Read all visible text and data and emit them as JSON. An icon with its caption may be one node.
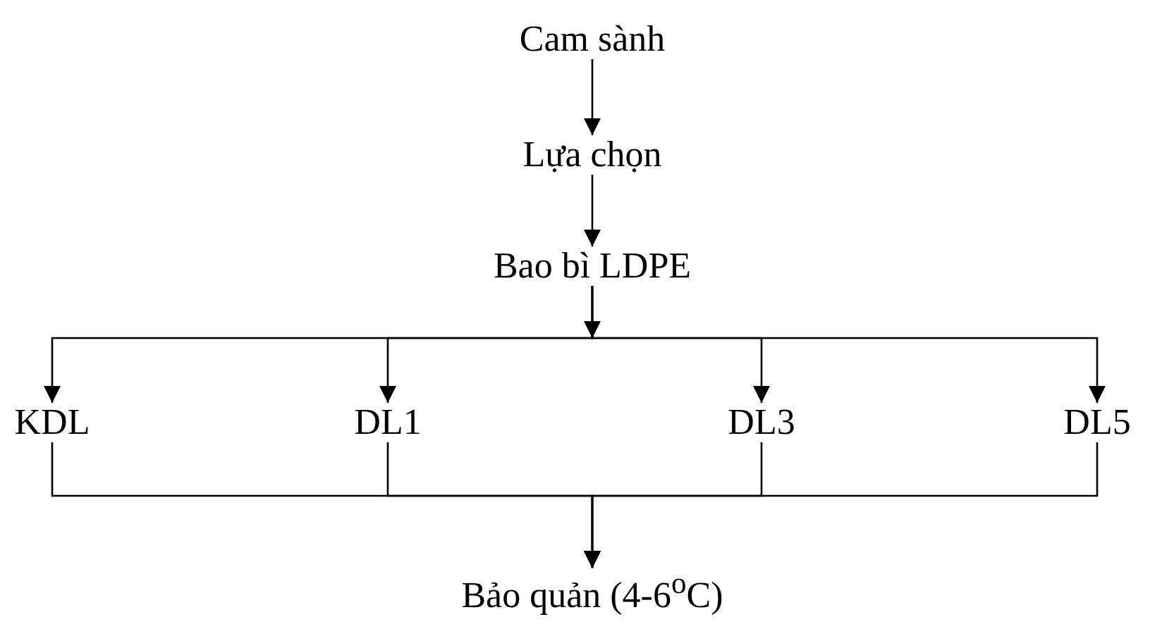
{
  "diagram": {
    "nodes": [
      {
        "text": [
          "Cam sành"
        ]
      },
      {
        "text": [
          "Lựa chọn"
        ]
      },
      {
        "text": [
          "Bao bì LDPE"
        ]
      },
      {
        "text": [
          "KDL"
        ]
      },
      {
        "text": [
          "DL1"
        ]
      },
      {
        "text": [
          "DL3"
        ]
      },
      {
        "text": [
          "DL5"
        ]
      },
      {
        "text": [
          "Bảo quản (4-6$^{o}$C)"
        ]
      }
    ],
    "edges": [
      {
        "from": 0,
        "to": 1,
        "arrow": "to"
      },
      {
        "from": 1,
        "to": 2,
        "arrow": "to"
      },
      {
        "from": 2,
        "to": 3,
        "arrow": "to"
      },
      {
        "from": 2,
        "to": 4,
        "arrow": "to"
      },
      {
        "from": 2,
        "to": 5,
        "arrow": "to"
      },
      {
        "from": 2,
        "to": 6,
        "arrow": "to"
      },
      {
        "from": 3,
        "to": 7,
        "arrow": "to"
      },
      {
        "from": 4,
        "to": 7,
        "arrow": "to"
      },
      {
        "from": 5,
        "to": 7,
        "arrow": "to"
      },
      {
        "from": 6,
        "to": 7,
        "arrow": "to"
      }
    ]
  }
}
